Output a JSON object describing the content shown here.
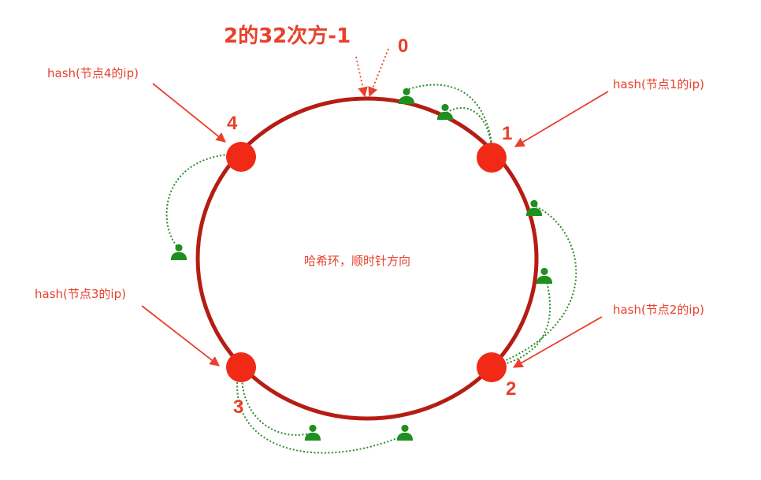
{
  "title": "2的32次方-1",
  "zero_label": "0",
  "center_text": "哈希环，顺时针方向",
  "nodes": [
    {
      "number": "1",
      "hash_label": "hash(节点1的ip)"
    },
    {
      "number": "2",
      "hash_label": "hash(节点2的ip)"
    },
    {
      "number": "3",
      "hash_label": "hash(节点3的ip)"
    },
    {
      "number": "4",
      "hash_label": "hash(节点4的ip)"
    }
  ],
  "user_icon": "user-silhouette-icon",
  "colors": {
    "ring": "#b51d14",
    "node": "#f02a16",
    "text": "#e8402c",
    "link": "#2e8b2e"
  }
}
